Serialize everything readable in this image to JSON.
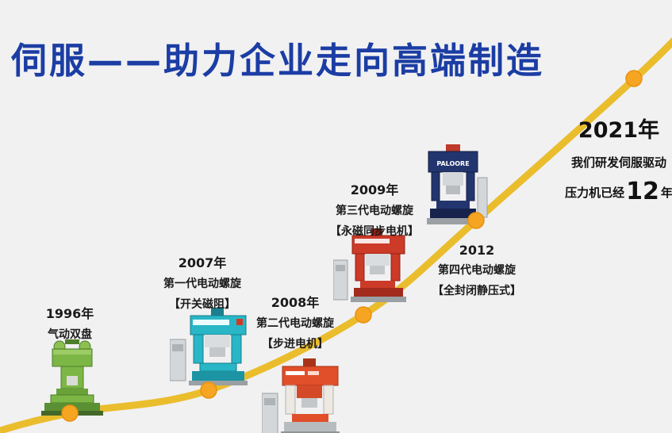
{
  "page": {
    "title": "伺服——助力企业走向高端制造"
  },
  "colors": {
    "title_blue": "#1b3da4",
    "curve_gold": "#eabd2d",
    "marker_orange": "#f6a522",
    "machine_1996_green": "#7cb645",
    "machine_2007_teal": "#29b6c6",
    "machine_2008_red": "#e04f2a",
    "machine_2009_red": "#cc3a28",
    "machine_2012_navy": "#23356e"
  },
  "milestones": [
    {
      "year": "1996年",
      "line1": "气动双盘",
      "line2": ""
    },
    {
      "year": "2007年",
      "line1": "第一代电动螺旋",
      "line2": "【开关磁阻】"
    },
    {
      "year": "2008年",
      "line1": "第二代电动螺旋",
      "line2": "【步进电机】"
    },
    {
      "year": "2009年",
      "line1": "第三代电动螺旋",
      "line2": "【永磁同步电机】"
    },
    {
      "year": "2012",
      "line1": "第四代电动螺旋",
      "line2": "【全封闭静压式】"
    }
  ],
  "endpoint": {
    "year": "2021年",
    "line1": "我们研发伺服驱动",
    "line2_prefix": "压力机已经",
    "line2_number": "12",
    "line2_suffix": "年"
  },
  "labels": {
    "machine_2012_brand": "PALOORE"
  }
}
